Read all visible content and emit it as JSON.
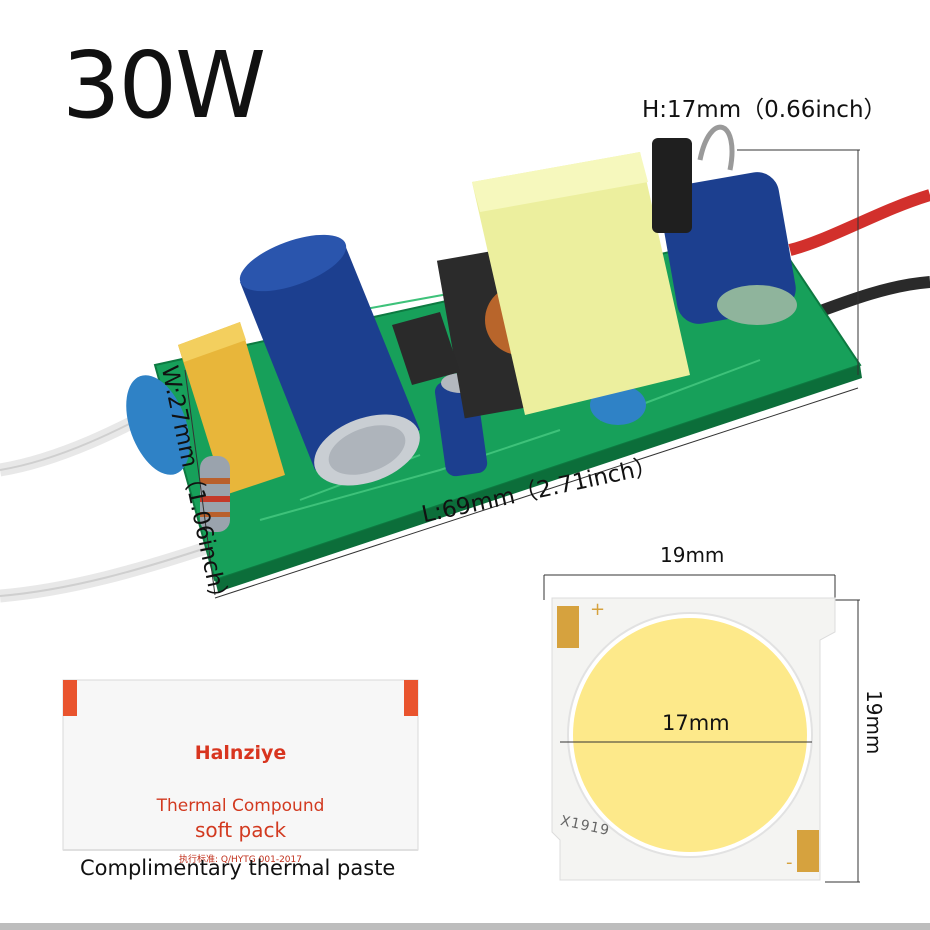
{
  "title": "30W",
  "driver": {
    "height_label": "H:17mm（0.66inch）",
    "length_label": "L:69mm（2.71inch）",
    "width_label": "W:27mm（1.06inch）"
  },
  "cob": {
    "width_label": "19mm",
    "height_label": "19mm",
    "diameter_label": "17mm",
    "code": "X1919"
  },
  "paste": {
    "brand": "Halnziye",
    "line1": "Thermal Compound",
    "line2": "soft pack",
    "standard": "执行标准: Q/HYTG 001-2017",
    "caption": "Complimentary thermal paste"
  },
  "colors": {
    "pcb": "#17a05a",
    "capacitor": "#1c3f8f",
    "transformer": "#ecef9e",
    "cob_led": "#fde98a",
    "paste_accent": "#e9542e"
  }
}
